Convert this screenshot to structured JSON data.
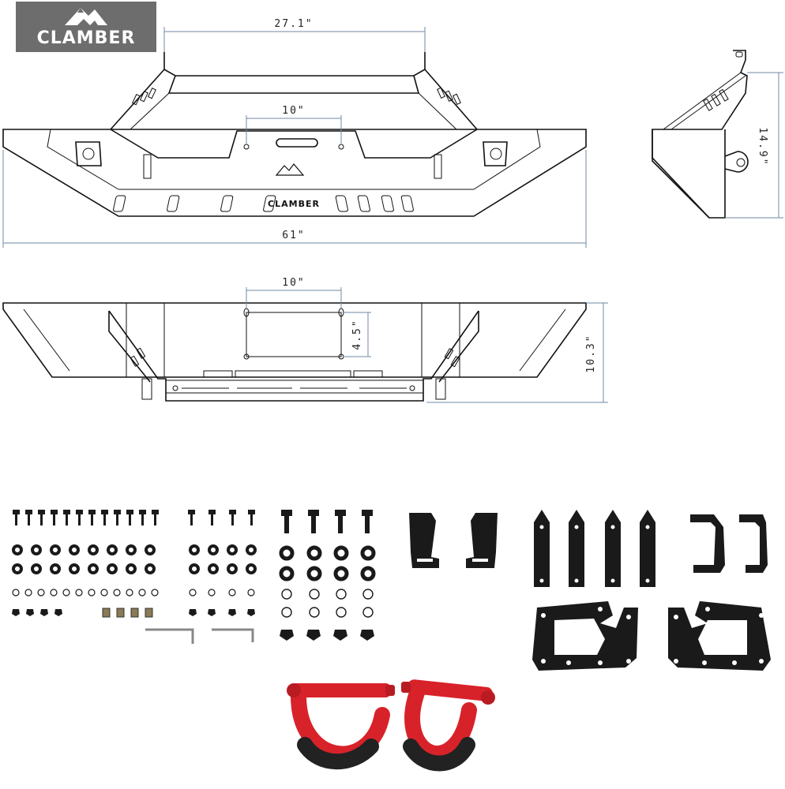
{
  "brand": {
    "name": "CLAMBER",
    "logo_color": "#6d6d6d"
  },
  "dimensions": {
    "top_width": "27.1\"",
    "winch_spacing_front": "10\"",
    "overall_width": "61\"",
    "side_height": "14.9\"",
    "winch_spacing_bottom": "10\"",
    "winch_depth": "4.5\"",
    "bottom_height": "10.3\""
  },
  "bumper_label": "CLAMBER",
  "colors": {
    "shackle_red": "#d8222a",
    "hardware_black": "#1a1a1a",
    "dimension_line": "#6f8aa6"
  }
}
